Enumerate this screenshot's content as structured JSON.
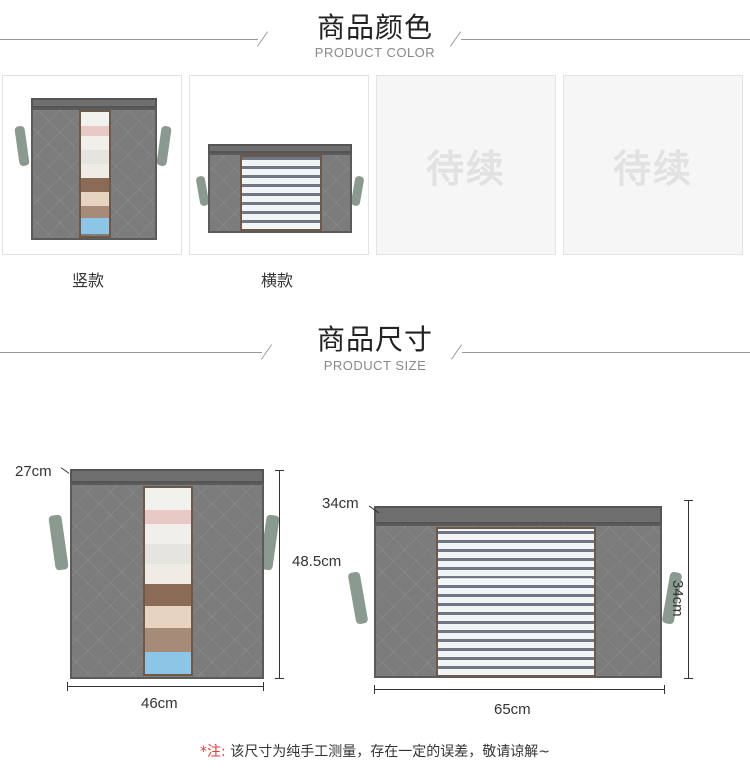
{
  "color_section": {
    "title": "商品颜色",
    "subtitle": "PRODUCT COLOR"
  },
  "cards": [
    {
      "label": "竖款",
      "placeholder": ""
    },
    {
      "label": "横款",
      "placeholder": ""
    },
    {
      "label": "",
      "placeholder": "待续"
    },
    {
      "label": "",
      "placeholder": "待续"
    }
  ],
  "size_section": {
    "title": "商品尺寸",
    "subtitle": "PRODUCT SIZE"
  },
  "vertical_bag": {
    "depth": "27cm",
    "height": "48.5cm",
    "width": "46cm"
  },
  "horizontal_bag": {
    "depth": "34cm",
    "height": "34cm",
    "width": "65cm"
  },
  "note": {
    "star": "*注:",
    "text": " 该尺寸为纯手工测量，存在一定的误差，敬请谅解~"
  },
  "colors": {
    "bag": "#7c7c7c",
    "handle": "#8a9a8e",
    "accent_red": "#e03a3a"
  }
}
